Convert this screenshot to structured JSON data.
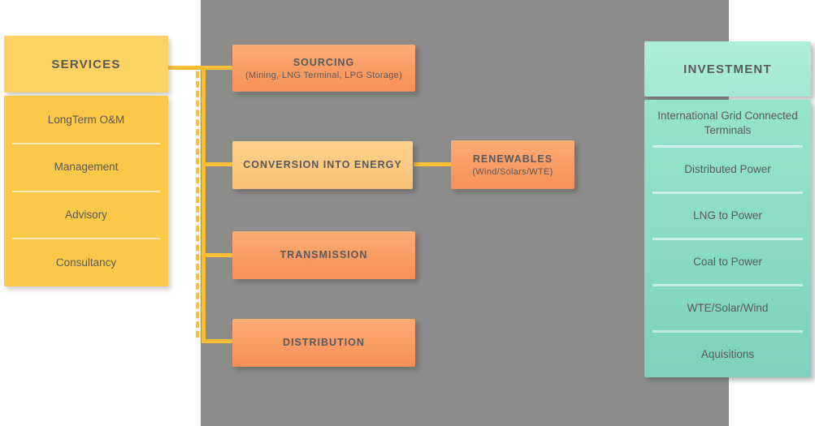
{
  "palette": {
    "accent_yellow": "#FDBE33",
    "services_header": "#FDD264",
    "services_body": "#FCC847",
    "orange_box_top": "#FAAC72",
    "orange_box_bottom": "#F88F58",
    "conversion_box_top": "#FCD28A",
    "conversion_box_bottom": "#FAC176",
    "investment_header": "#ACEBD7",
    "investment_body_top": "#97E4CC",
    "investment_body_bottom": "#7CD2BC",
    "background_gray": "#8C8C8B",
    "text": "#59595B"
  },
  "services": {
    "title": "SERVICES",
    "items": [
      "LongTerm O&M",
      "Management",
      "Advisory",
      "Consultancy"
    ]
  },
  "flow": {
    "sourcing": {
      "title": "SOURCING",
      "subtitle": "(Mining, LNG Terminal, LPG Storage)"
    },
    "conversion": {
      "title": "CONVERSION INTO ENERGY"
    },
    "renewables": {
      "title": "RENEWABLES",
      "subtitle": "(Wind/Solars/WTE)"
    },
    "transmission": {
      "title": "TRANSMISSION"
    },
    "distribution": {
      "title": "DISTRIBUTION"
    }
  },
  "investment": {
    "title": "INVESTMENT",
    "items": [
      "International Grid Connected Terminals",
      "Distributed Power",
      "LNG to Power",
      "Coal to Power",
      "WTE/Solar/Wind",
      "Aquisitions"
    ]
  }
}
